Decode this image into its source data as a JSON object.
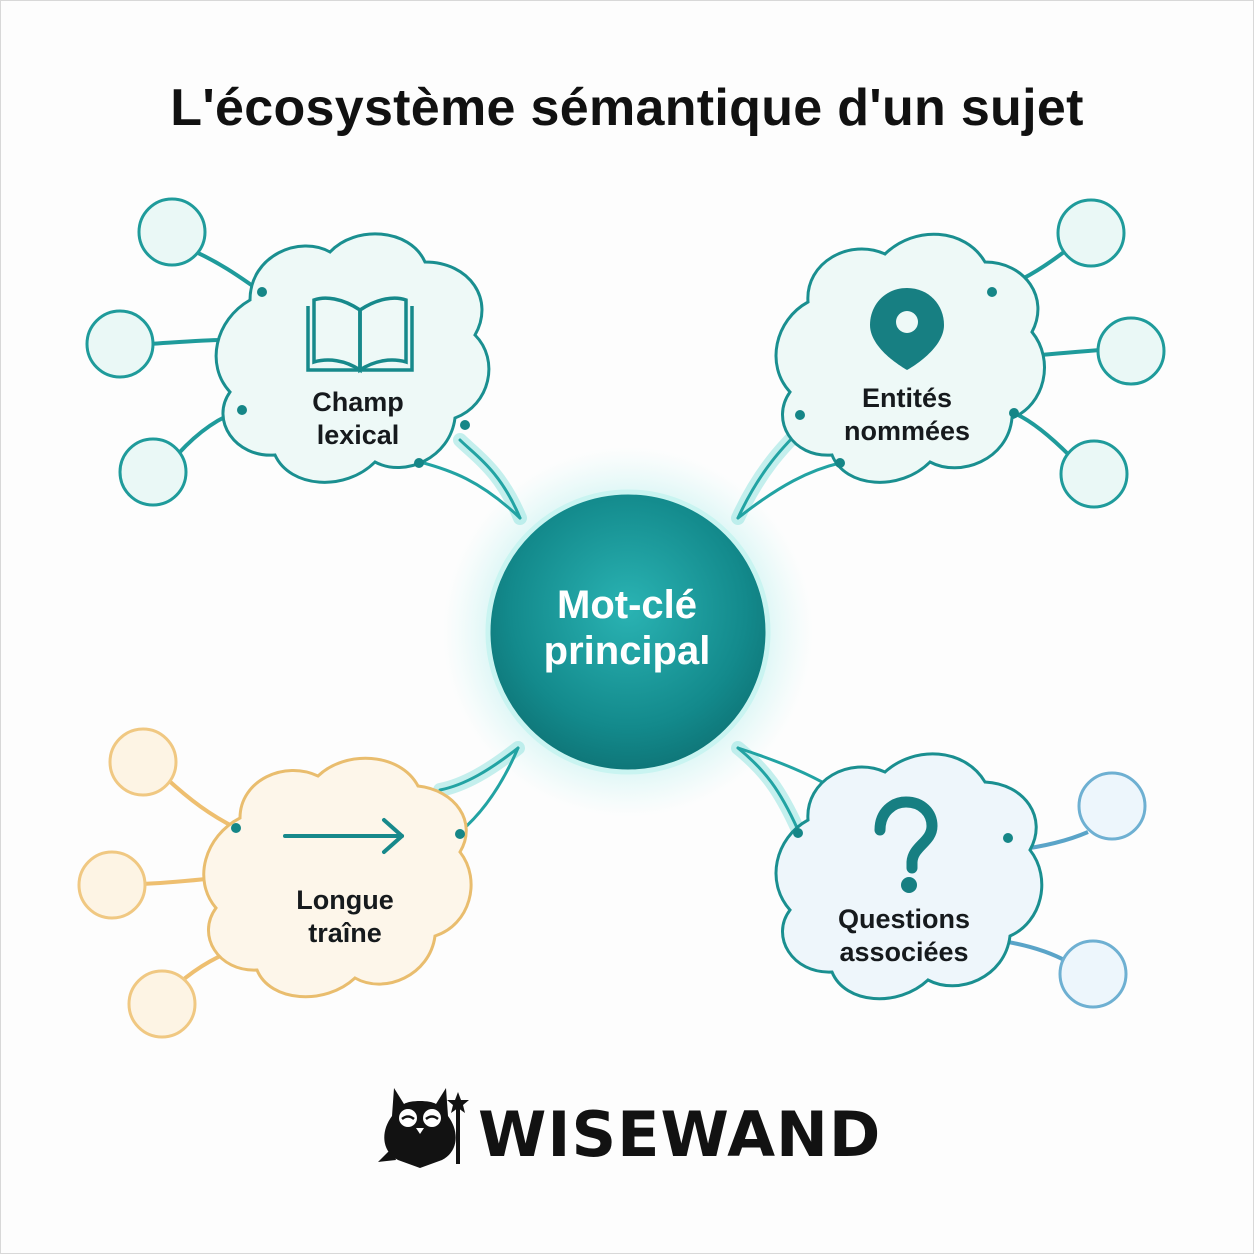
{
  "title": "L'écosystème sémantique d'un sujet",
  "center": {
    "line1": "Mot-clé",
    "line2": "principal"
  },
  "nodes": [
    {
      "id": "champ",
      "line1": "Champ",
      "line2": "lexical",
      "icon": "book-icon"
    },
    {
      "id": "entites",
      "line1": "Entités",
      "line2": "nommées",
      "icon": "map-pin-icon"
    },
    {
      "id": "longue",
      "line1": "Longue",
      "line2": "traîne",
      "icon": "arrow-right-icon"
    },
    {
      "id": "questions",
      "line1": "Questions",
      "line2": "associées",
      "icon": "question-mark-icon"
    }
  ],
  "brand": {
    "name": "WISEWAND",
    "icon": "owl-wizard-icon"
  },
  "colors": {
    "teal": "#178f8f",
    "teal_light": "#e8f7f5",
    "orange": "#f0c882",
    "orange_light": "#fdf5e8",
    "blue": "#7db6d4",
    "blue_light": "#edf5fb"
  }
}
